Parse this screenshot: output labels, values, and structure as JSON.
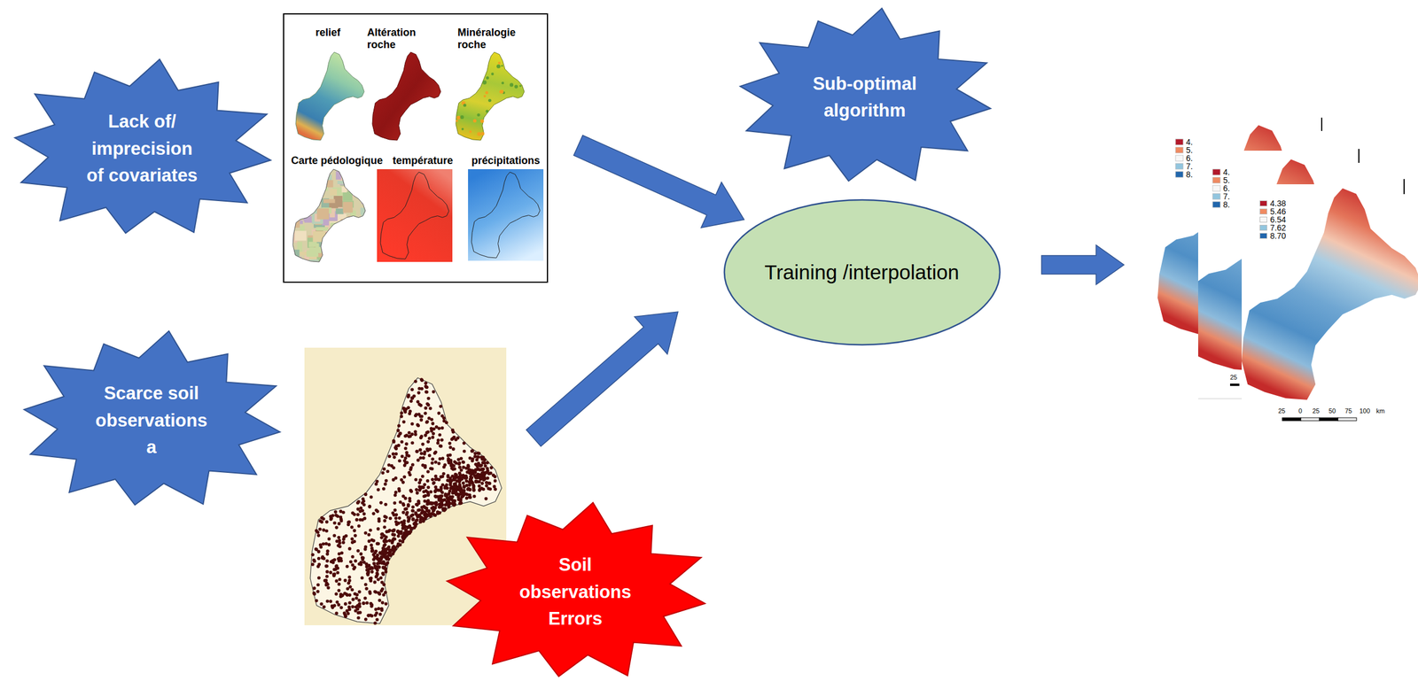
{
  "diagram": {
    "nodes": [
      {
        "text": [
          "Lack of/ imprecision of covariates"
        ]
      },
      {
        "text": [
          "relief",
          "Altération roche",
          "Minéralogie roche",
          "Carte pédologique",
          "température",
          "précipitations"
        ]
      },
      {
        "text": [
          "Sub-optimal algorithm"
        ]
      },
      {
        "text": [
          "Training /interpolation"
        ]
      },
      {
        "text": [
          "Scarce soil observations a"
        ]
      },
      {
        "text": [
          "Soil observations Errors"
        ]
      }
    ],
    "edges": [
      {
        "from": 1,
        "to": 3,
        "arrow": "to"
      }
    ],
    "labels": [
      "4.",
      "5.",
      "6.",
      "7.",
      "8.",
      "4.",
      "5.",
      "6.",
      "7.",
      "8.",
      "25",
      "25",
      "0",
      "25",
      "50",
      "75",
      "100",
      "km"
    ],
    "legend": [
      {
        "text": "4.38",
        "color": "#b2182b"
      },
      {
        "text": "5.46",
        "color": "#ef8a62"
      },
      {
        "text": "6.54",
        "color": "#f7f7f7"
      },
      {
        "text": "7.62",
        "color": "#92c5de"
      },
      {
        "text": "8.70",
        "color": "#2166ac"
      }
    ]
  }
}
